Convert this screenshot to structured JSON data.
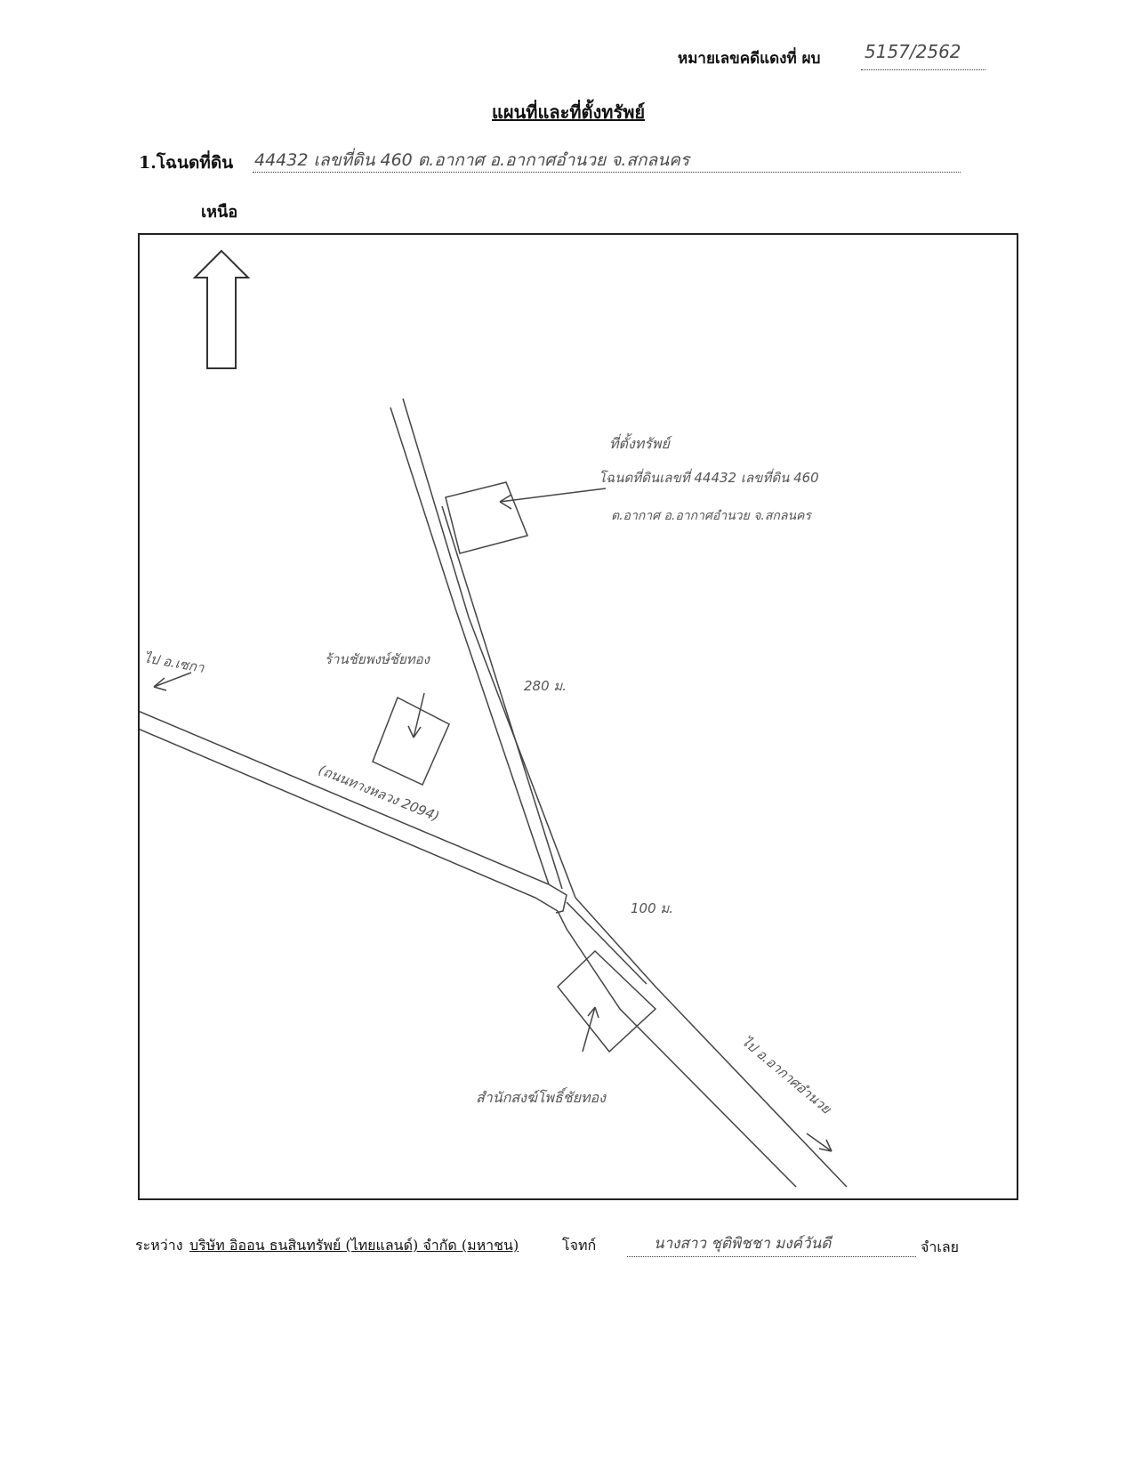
{
  "header": {
    "case_number_label": "หมายเลขคดีแดงที่ ผบ",
    "case_number_value": "5157/2562"
  },
  "title": "แผนที่และที่ตั้งทรัพย์",
  "deed": {
    "label": "1.โฉนดที่ดิน",
    "value": "44432 เลขที่ดิน 460 ต.อากาศ อ.อากาศอำนวย จ.สกลนคร"
  },
  "north_label": "เหนือ",
  "map": {
    "property_label": "ที่ตั้งทรัพย์",
    "property_line1": "โฉนดที่ดินเลขที่ 44432 เลขที่ดิน 460",
    "property_line2": "ต.อากาศ อ.อากาศอำนวย จ.สกลนคร",
    "shop_label": "ร้านชัยพงษ์ชัยทอง",
    "to_left": "ไป อ.เซกา",
    "road_label": "(ถนนทางหลวง 2094)",
    "dist_280": "280 ม.",
    "dist_100": "100 ม.",
    "temple_label": "สำนักสงฆ์โพธิ์ชัยทอง",
    "to_right": "ไป อ.อากาศอำนวย"
  },
  "footer": {
    "between": "ระหว่าง",
    "plaintiff_name": "บริษัท อิออน ธนสินทรัพย์ (ไทยแลนด์) จำกัด (มหาชน)",
    "plaintiff_role": "โจทก์",
    "defendant_name": "นางสาว ชุติพิชชา มงค์วันดี",
    "defendant_role": "จำเลย"
  }
}
